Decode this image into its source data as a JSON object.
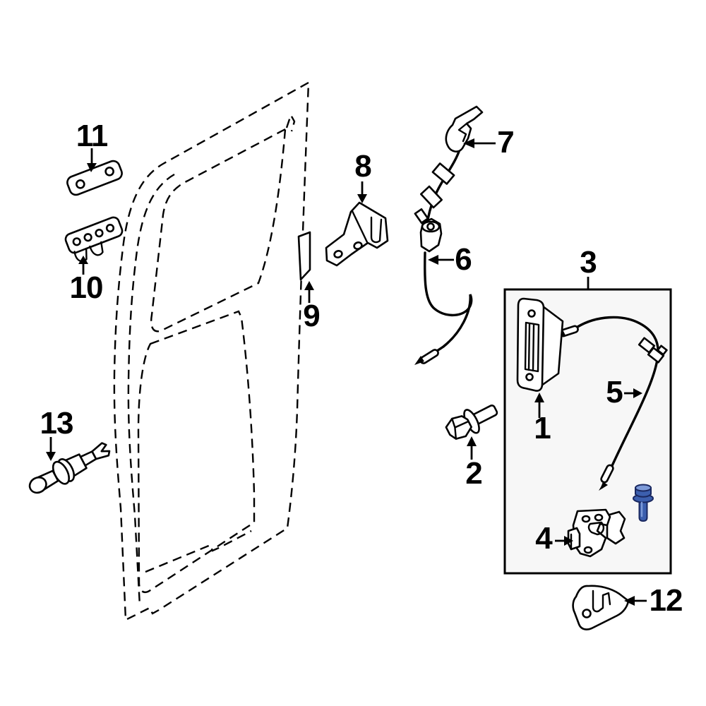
{
  "diagram": {
    "background_color": "#ffffff",
    "line_color": "#000000",
    "detail_box_fill": "#f7f7f7",
    "highlighted_part_color": "#3c5fae",
    "highlighted_part_dark": "#1a2860",
    "highlighted_part_light": "#7d9ad8"
  },
  "labels": {
    "p1": "1",
    "p2": "2",
    "p3": "3",
    "p4": "4",
    "p5": "5",
    "p6": "6",
    "p7": "7",
    "p8": "8",
    "p9": "9",
    "p10": "10",
    "p11": "11",
    "p12": "12",
    "p13": "13"
  }
}
